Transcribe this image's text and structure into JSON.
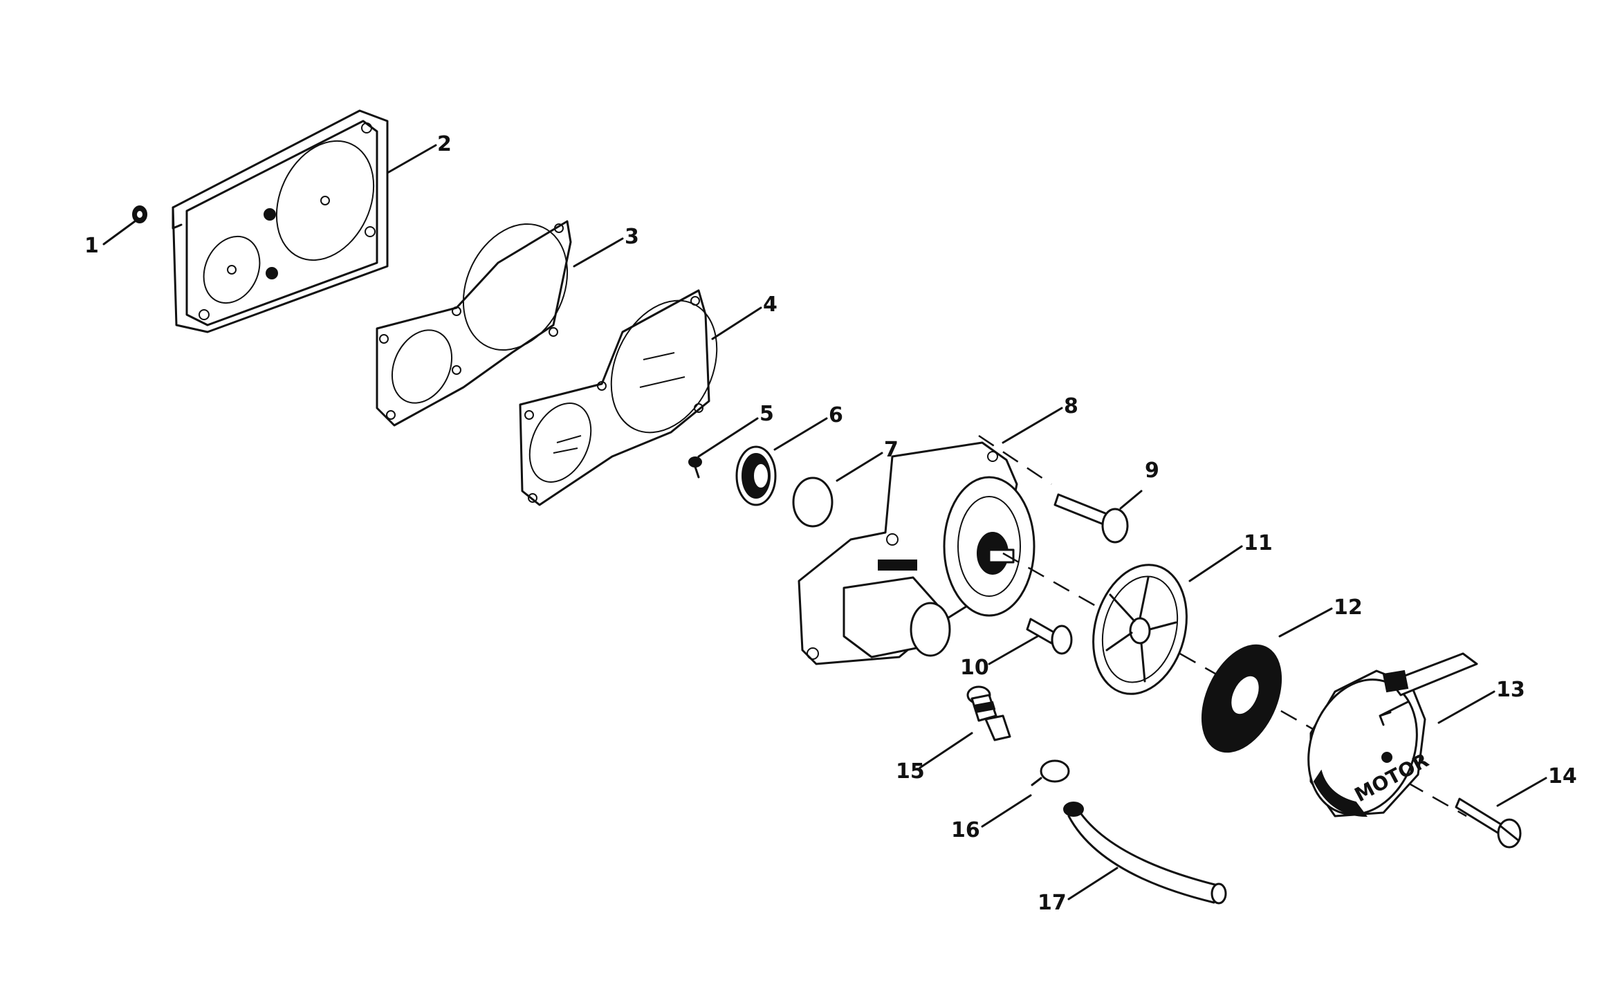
{
  "callouts": [
    {
      "num": "1"
    },
    {
      "num": "2"
    },
    {
      "num": "3"
    },
    {
      "num": "4"
    },
    {
      "num": "5"
    },
    {
      "num": "6"
    },
    {
      "num": "7"
    },
    {
      "num": "8"
    },
    {
      "num": "9"
    },
    {
      "num": "10"
    },
    {
      "num": "11"
    },
    {
      "num": "12"
    },
    {
      "num": "13"
    },
    {
      "num": "14"
    },
    {
      "num": "15"
    },
    {
      "num": "16"
    },
    {
      "num": "17"
    }
  ],
  "cover_text": "MOTOR"
}
